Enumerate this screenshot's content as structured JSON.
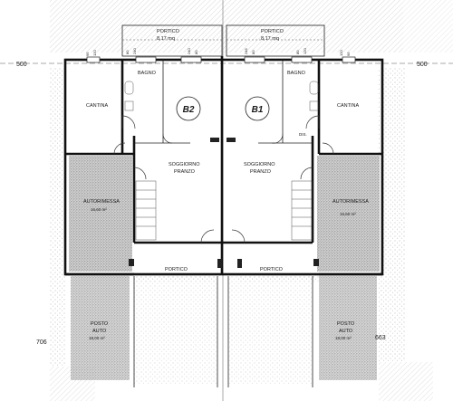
{
  "elevation_marks": {
    "left": "500",
    "right": "500"
  },
  "boundary_marks": {
    "left": "706",
    "right": "663"
  },
  "porches_top": [
    {
      "label": "PORTICO",
      "area": "8,17 mq"
    },
    {
      "label": "PORTICO",
      "area": "8,17 mq"
    }
  ],
  "units": [
    {
      "code": "B2"
    },
    {
      "code": "B1"
    }
  ],
  "rooms": {
    "bagno": "BAGNO",
    "cantina": "CANTINA",
    "soggiorno": "SOGGIORNO",
    "pranzo": "PRANZO",
    "dis": "DIS.",
    "autorimessa": "AUTORIMESSA",
    "autorimessa_area": "16,60 m²",
    "portico": "PORTICO",
    "posto": "POSTO",
    "auto": "AUTO",
    "posto_area": "18,00 m²"
  },
  "dimension_labels": {
    "d95": "95",
    "d120": "120",
    "d80": "80",
    "d240": "240",
    "d245": "245"
  },
  "colors": {
    "line": "#1a1a1a",
    "hatch": "#777777",
    "stipple": "#999999",
    "paper": "#ffffff"
  }
}
